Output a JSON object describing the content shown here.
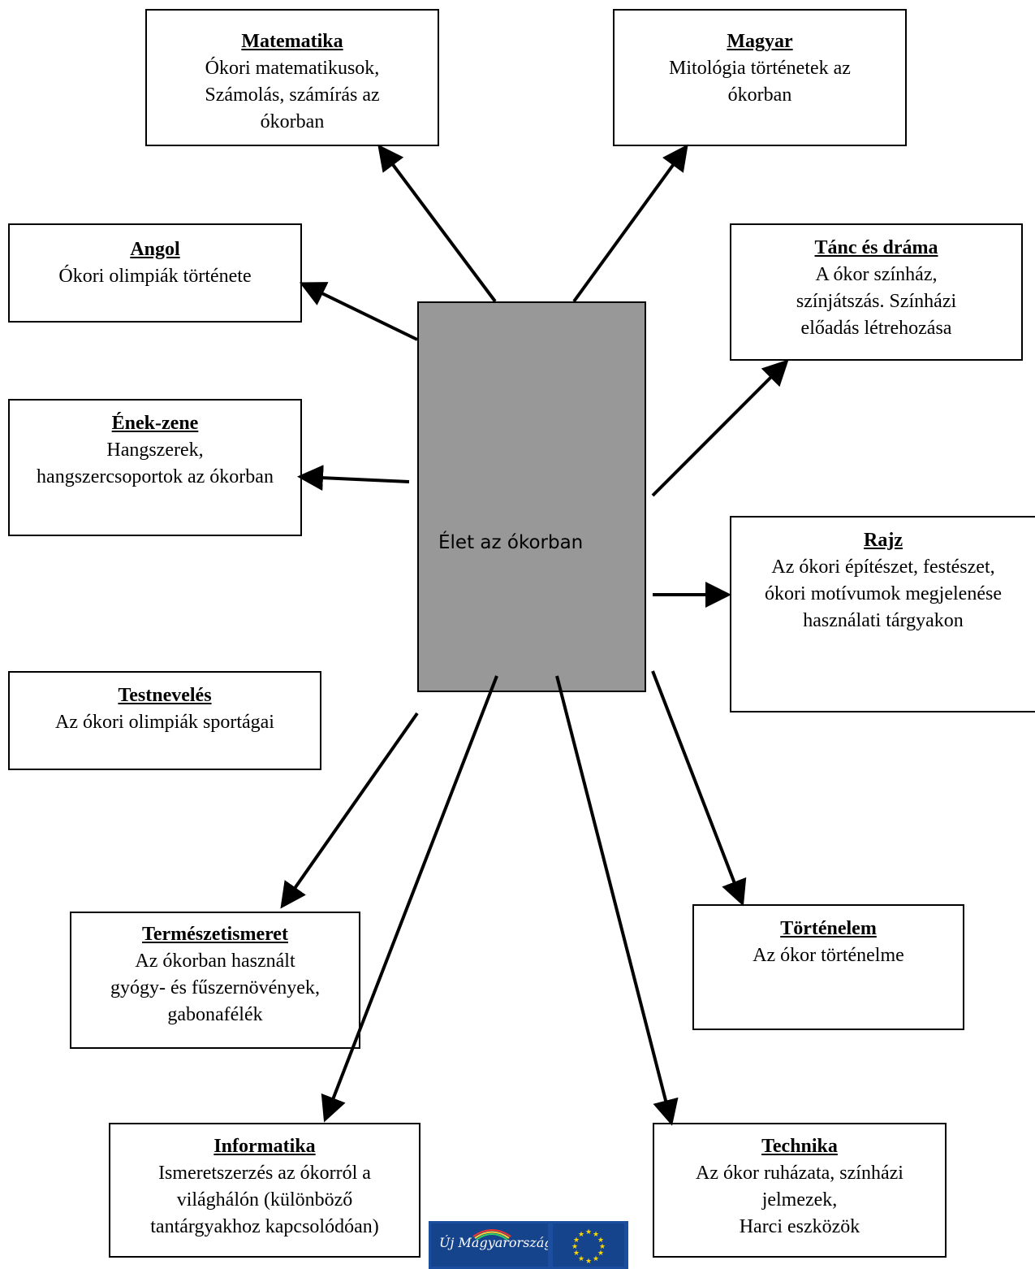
{
  "center": {
    "label": "Élet az ókorban",
    "fill": "#989898"
  },
  "subjects": {
    "matematika": {
      "title": "Matematika",
      "body": "Ókori matematikusok,\nSzámolás, számírás az\nókorban"
    },
    "magyar": {
      "title": "Magyar",
      "body": "Mitológia történetek az\nókorban"
    },
    "angol": {
      "title": "Angol",
      "body": "Ókori olimpiák története"
    },
    "tanc": {
      "title": "Tánc és dráma",
      "body": "A ókor színház,\nszínjátszás. Színházi\nelőadás létrehozása"
    },
    "enek": {
      "title": "Ének-zene",
      "body": "Hangszerek,\nhangszercsoportok az ókorban"
    },
    "rajz": {
      "title": "Rajz",
      "body": "Az ókori építészet, festészet,\nókori motívumok megjelenése\nhasználati tárgyakon"
    },
    "testneveles": {
      "title": "Testnevelés",
      "body": "Az ókori olimpiák sportágai"
    },
    "termeszet": {
      "title": "Természetismeret",
      "body": "Az ókorban használt\ngyógy- és fűszernövények,\ngabonafélék"
    },
    "tortenelem": {
      "title": "Történelem",
      "body": "Az ókor történelme"
    },
    "informatika": {
      "title": "Informatika",
      "body": "Ismeretszerzés az ókorról a\nvilághálón (különböző\ntantárgyakhoz kapcsolódóan)"
    },
    "technika": {
      "title": "Technika",
      "body": "Az ókor ruházata, színházi\njelmezek,\nHarci eszközök"
    }
  },
  "logo": {
    "left": "Új Magyarország",
    "accent": "#1b4e9e",
    "star_color": "#ffd700"
  }
}
